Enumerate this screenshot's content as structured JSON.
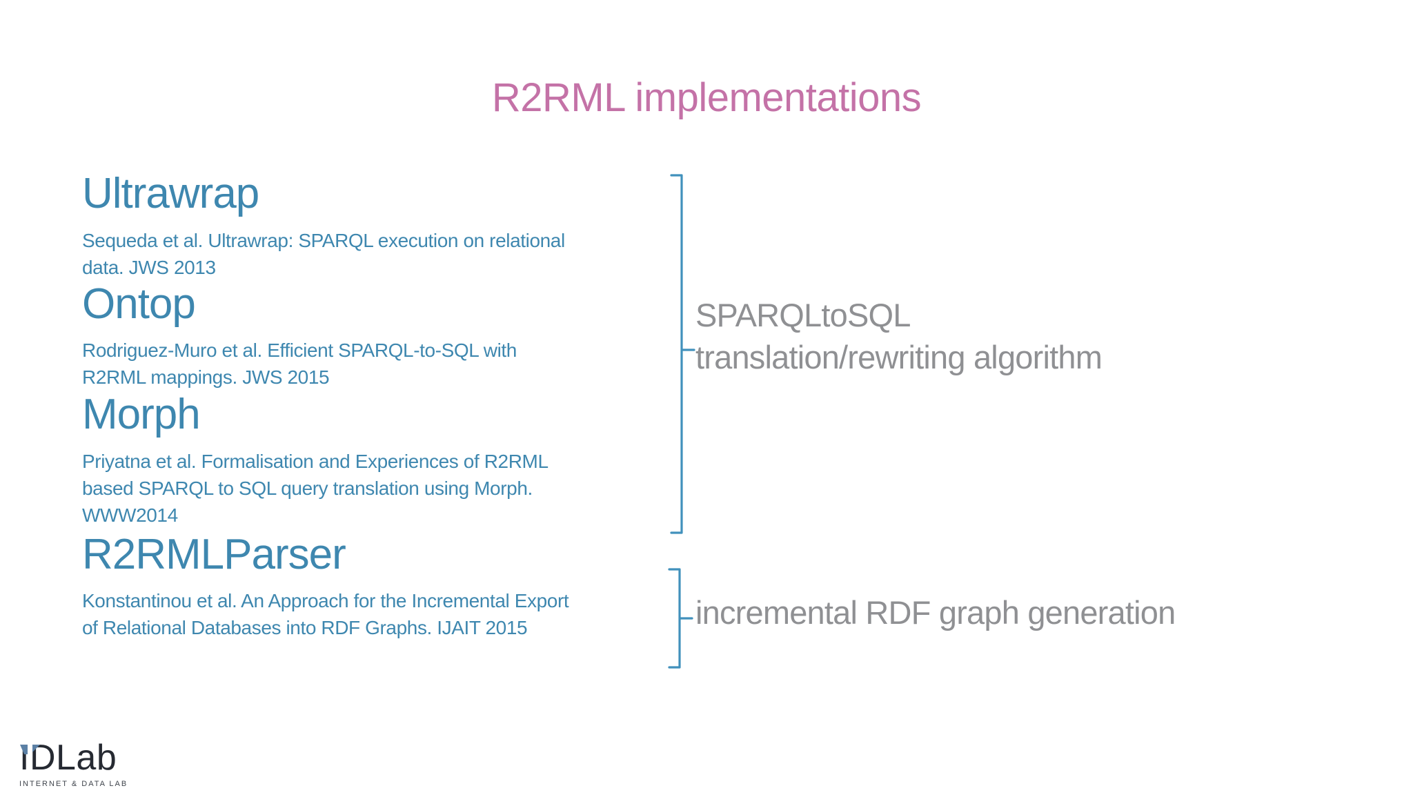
{
  "slide": {
    "title": "R2RML implementations",
    "implementations": [
      {
        "name": "Ultrawrap",
        "citation_lines": [
          "Sequeda et al. Ultrawrap: SPARQL execution on relational",
          "data. JWS 2013"
        ]
      },
      {
        "name": "Ontop",
        "citation_lines": [
          "Rodriguez-Muro et al. Efficient SPARQL-to-SQL with",
          "R2RML mappings. JWS 2015"
        ]
      },
      {
        "name": "Morph",
        "citation_lines": [
          "Priyatna et al. Formalisation and Experiences of R2RML",
          "based SPARQL to SQL query translation using Morph.",
          "WWW2014"
        ]
      },
      {
        "name": "R2RMLParser",
        "citation_lines": [
          "Konstantinou et al. An Approach for the Incremental Export",
          "of Relational Databases into RDF Graphs. IJAIT 2015"
        ]
      }
    ],
    "groups": [
      {
        "label_lines": [
          "SPARQLtoSQL",
          "translation/rewriting algorithm"
        ]
      },
      {
        "label_lines": [
          "incremental RDF graph generation"
        ]
      }
    ],
    "colors": {
      "title_pink": "#c472a7",
      "implementation_blue": "#3e87af",
      "brace_blue": "#4191bc",
      "label_gray": "#8f9093"
    }
  },
  "logo": {
    "wordmark": "IDLab",
    "tagline": "INTERNET & DATA LAB"
  }
}
